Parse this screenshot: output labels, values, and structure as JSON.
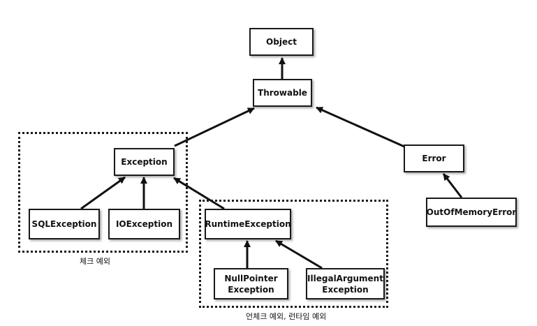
{
  "nodes": {
    "object": "Object",
    "throwable": "Throwable",
    "exception": "Exception",
    "error": "Error",
    "sql_exception": "SQLException",
    "io_exception": "IOException",
    "runtime_exception": "RuntimeException",
    "out_of_memory_error": "OutOfMemoryError",
    "null_pointer_exception": [
      "NullPointer",
      "Exception"
    ],
    "illegal_argument_exception": [
      "IllegalArgument",
      "Exception"
    ]
  },
  "groups": {
    "checked_label": "체크 예외",
    "unchecked_label": "언체크 예외, 런타임 예외"
  },
  "edges": [
    {
      "from": "throwable",
      "to": "object"
    },
    {
      "from": "exception",
      "to": "throwable"
    },
    {
      "from": "error",
      "to": "throwable"
    },
    {
      "from": "sql_exception",
      "to": "exception"
    },
    {
      "from": "io_exception",
      "to": "exception"
    },
    {
      "from": "runtime_exception",
      "to": "exception"
    },
    {
      "from": "out_of_memory_error",
      "to": "error"
    },
    {
      "from": "null_pointer_exception",
      "to": "runtime_exception"
    },
    {
      "from": "illegal_argument_exception",
      "to": "runtime_exception"
    }
  ]
}
